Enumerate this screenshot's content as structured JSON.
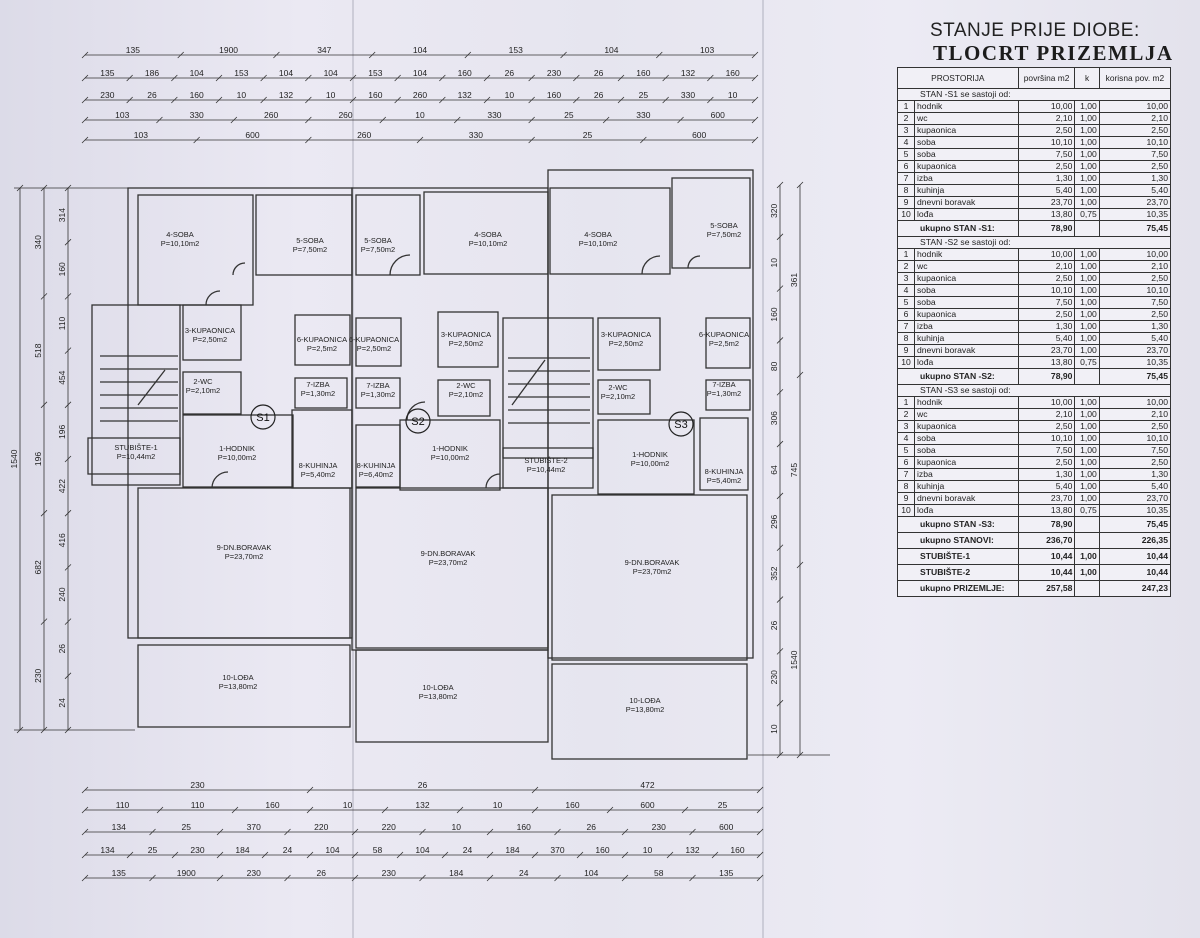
{
  "title": {
    "line1": "STANJE PRIJE DIOBE:",
    "line2": "TLOCRT PRIZEMLJA"
  },
  "table": {
    "headers": {
      "room": "PROSTORIJA",
      "area": "površina m2",
      "k": "k",
      "usable": "korisna pov. m2"
    },
    "sections": [
      {
        "heading": "STAN -S1  se sastoji od:",
        "rows": [
          [
            "1",
            "hodnik",
            "10,00",
            "1,00",
            "10,00"
          ],
          [
            "2",
            "wc",
            "2,10",
            "1,00",
            "2,10"
          ],
          [
            "3",
            "kupaonica",
            "2,50",
            "1,00",
            "2,50"
          ],
          [
            "4",
            "soba",
            "10,10",
            "1,00",
            "10,10"
          ],
          [
            "5",
            "soba",
            "7,50",
            "1,00",
            "7,50"
          ],
          [
            "6",
            "kupaonica",
            "2,50",
            "1,00",
            "2,50"
          ],
          [
            "7",
            "izba",
            "1,30",
            "1,00",
            "1,30"
          ],
          [
            "8",
            "kuhinja",
            "5,40",
            "1,00",
            "5,40"
          ],
          [
            "9",
            "dnevni boravak",
            "23,70",
            "1,00",
            "23,70"
          ],
          [
            "10",
            "lođa",
            "13,80",
            "0,75",
            "10,35"
          ]
        ],
        "total": {
          "label": "ukupno STAN -S1:",
          "area": "78,90",
          "usable": "75,45"
        }
      },
      {
        "heading": "STAN -S2  se sastoji od:",
        "rows": [
          [
            "1",
            "hodnik",
            "10,00",
            "1,00",
            "10,00"
          ],
          [
            "2",
            "wc",
            "2,10",
            "1,00",
            "2,10"
          ],
          [
            "3",
            "kupaonica",
            "2,50",
            "1,00",
            "2,50"
          ],
          [
            "4",
            "soba",
            "10,10",
            "1,00",
            "10,10"
          ],
          [
            "5",
            "soba",
            "7,50",
            "1,00",
            "7,50"
          ],
          [
            "6",
            "kupaonica",
            "2,50",
            "1,00",
            "2,50"
          ],
          [
            "7",
            "izba",
            "1,30",
            "1,00",
            "1,30"
          ],
          [
            "8",
            "kuhinja",
            "5,40",
            "1,00",
            "5,40"
          ],
          [
            "9",
            "dnevni boravak",
            "23,70",
            "1,00",
            "23,70"
          ],
          [
            "10",
            "lođa",
            "13,80",
            "0,75",
            "10,35"
          ]
        ],
        "total": {
          "label": "ukupno STAN -S2:",
          "area": "78,90",
          "usable": "75,45"
        }
      },
      {
        "heading": "STAN -S3  se sastoji od:",
        "rows": [
          [
            "1",
            "hodnik",
            "10,00",
            "1,00",
            "10,00"
          ],
          [
            "2",
            "wc",
            "2,10",
            "1,00",
            "2,10"
          ],
          [
            "3",
            "kupaonica",
            "2,50",
            "1,00",
            "2,50"
          ],
          [
            "4",
            "soba",
            "10,10",
            "1,00",
            "10,10"
          ],
          [
            "5",
            "soba",
            "7,50",
            "1,00",
            "7,50"
          ],
          [
            "6",
            "kupaonica",
            "2,50",
            "1,00",
            "2,50"
          ],
          [
            "7",
            "izba",
            "1,30",
            "1,00",
            "1,30"
          ],
          [
            "8",
            "kuhinja",
            "5,40",
            "1,00",
            "5,40"
          ],
          [
            "9",
            "dnevni boravak",
            "23,70",
            "1,00",
            "23,70"
          ],
          [
            "10",
            "lođa",
            "13,80",
            "0,75",
            "10,35"
          ]
        ],
        "total": {
          "label": "ukupno STAN -S3:",
          "area": "78,90",
          "usable": "75,45"
        }
      }
    ],
    "summary": [
      {
        "label": "ukupno STANOVI:",
        "area": "236,70",
        "k": "",
        "usable": "226,35"
      },
      {
        "label": "STUBIŠTE-1",
        "area": "10,44",
        "k": "1,00",
        "usable": "10,44"
      },
      {
        "label": "STUBIŠTE-2",
        "area": "10,44",
        "k": "1,00",
        "usable": "10,44"
      },
      {
        "label": "ukupno PRIZEMLJE:",
        "area": "257,58",
        "k": "",
        "usable": "247,23"
      }
    ]
  },
  "plan": {
    "apartments": [
      "S1",
      "S2",
      "S3"
    ],
    "rooms": [
      {
        "name": "4-SOBA",
        "area": "P=10,10m2"
      },
      {
        "name": "5-SOBA",
        "area": "P=7,50m2"
      },
      {
        "name": "5-SOBA",
        "area": "P=7,50m2"
      },
      {
        "name": "4-SOBA",
        "area": "P=10,10m2"
      },
      {
        "name": "4-SOBA",
        "area": "P=10,10m2"
      },
      {
        "name": "5-SOBA",
        "area": "P=7,50m2"
      },
      {
        "name": "3-KUPAONICA",
        "area": "P=2,50m2"
      },
      {
        "name": "6-KUPAONICA",
        "area": "P=2,5m2"
      },
      {
        "name": "6-KUPAONICA",
        "area": "P=2,50m2"
      },
      {
        "name": "3-KUPAONICA",
        "area": "P=2,50m2"
      },
      {
        "name": "3-KUPAONICA",
        "area": "P=2,50m2"
      },
      {
        "name": "6-KUPAONICA",
        "area": "P=2,5m2"
      },
      {
        "name": "2-WC",
        "area": "P=2,10m2"
      },
      {
        "name": "7-IZBA",
        "area": "P=1,30m2"
      },
      {
        "name": "7-IZBA",
        "area": "P=1,30m2"
      },
      {
        "name": "2-WC",
        "area": "P=2,10m2"
      },
      {
        "name": "2-WC",
        "area": "P=2,10m2"
      },
      {
        "name": "7-IZBA",
        "area": "P=1,30m2"
      },
      {
        "name": "STUBIŠTE-1",
        "area": "P=10,44m2"
      },
      {
        "name": "1-HODNIK",
        "area": "P=10,00m2"
      },
      {
        "name": "8-KUHINJA",
        "area": "P=5,40m2"
      },
      {
        "name": "8-KUHINJA",
        "area": "P=6,40m2"
      },
      {
        "name": "1-HODNIK",
        "area": "P=10,00m2"
      },
      {
        "name": "STUBIŠTE-2",
        "area": "P=10,44m2"
      },
      {
        "name": "1-HODNIK",
        "area": "P=10,00m2"
      },
      {
        "name": "8-KUHINJA",
        "area": "P=5,40m2"
      },
      {
        "name": "9-DN.BORAVAK",
        "area": "P=23,70m2"
      },
      {
        "name": "9-DN.BORAVAK",
        "area": "P=23,70m2"
      },
      {
        "name": "9-DN.BORAVAK",
        "area": "P=23,70m2"
      },
      {
        "name": "10-LOĐA",
        "area": "P=13,80m2"
      },
      {
        "name": "10-LOĐA",
        "area": "P=13,80m2"
      },
      {
        "name": "10-LOĐA",
        "area": "P=13,80m2"
      }
    ],
    "dimensions": {
      "top": [
        [
          "135",
          "1900",
          "347",
          "104",
          "153",
          "104",
          "103"
        ],
        [
          "135",
          "186",
          "104",
          "153",
          "104",
          "104",
          "153",
          "104",
          "160",
          "26",
          "230",
          "26",
          "160",
          "132",
          "160"
        ],
        [
          "230",
          "26",
          "160",
          "10",
          "132",
          "10",
          "160",
          "260",
          "132",
          "10",
          "160",
          "26",
          "25",
          "330",
          "10"
        ],
        [
          "103",
          "330",
          "260",
          "260",
          "10",
          "330",
          "25",
          "330",
          "600"
        ],
        [
          "103",
          "600",
          "260",
          "330",
          "25",
          "600"
        ]
      ],
      "left_outer": [
        "1540"
      ],
      "left_mid": [
        "340",
        "518",
        "196",
        "682",
        "230"
      ],
      "left_inner": [
        "314",
        "160",
        "110",
        "454",
        "196",
        "422",
        "416",
        "240",
        "26",
        "24"
      ],
      "right_inner": [
        "320",
        "10",
        "160",
        "80",
        "306",
        "64",
        "296",
        "352",
        "26",
        "230",
        "10"
      ],
      "right_outer": [
        "361",
        "745",
        "1540"
      ],
      "bottom": [
        [
          "230",
          "26",
          "472"
        ],
        [
          "110",
          "110",
          "160",
          "10",
          "132",
          "10",
          "160",
          "600",
          "25"
        ],
        [
          "134",
          "25",
          "370",
          "220",
          "220",
          "10",
          "160",
          "26",
          "230",
          "600"
        ],
        [
          "134",
          "25",
          "230",
          "184",
          "24",
          "104",
          "58",
          "104",
          "24",
          "184",
          "370",
          "160",
          "10",
          "132",
          "160"
        ],
        [
          "135",
          "1900",
          "230",
          "26",
          "230",
          "184",
          "24",
          "104",
          "58",
          "135"
        ]
      ]
    }
  }
}
